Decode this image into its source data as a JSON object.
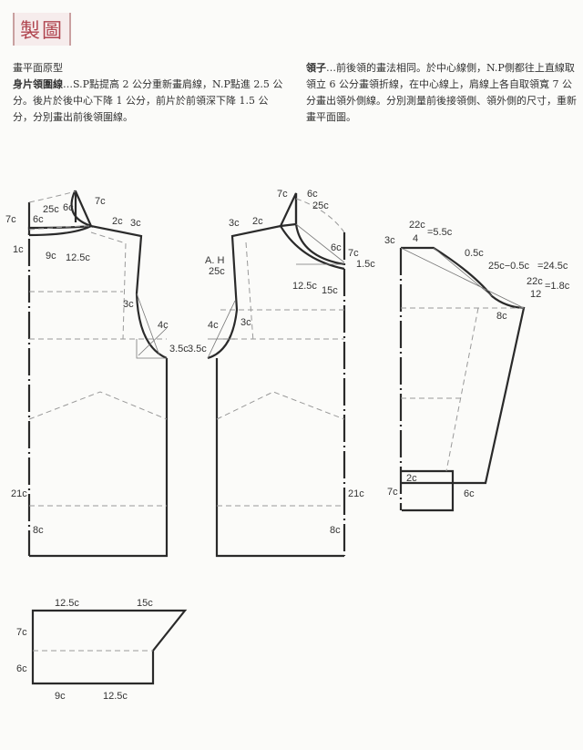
{
  "header": {
    "badge": "製圖"
  },
  "left_text": {
    "heading": "畫平面原型",
    "term": "身片領圍線",
    "body": "…S.P點提高 2 公分重新畫肩線，N.P點進 2.5 公分。後片於後中心下降 1 公分，前片於前領深下降 1.5 公分，分別畫出前後領圍線。"
  },
  "right_text": {
    "term": "領子",
    "body": "…前後領的畫法相同。於中心線側，N.P側都往上直線取領立 6 公分畫領折線，在中心線上，肩線上各自取領寬 7 公分畫出領外側線。分別測量前後接領側、領外側的尺寸，重新畫平面圖。"
  },
  "back_piece": {
    "labels": [
      "7c",
      "7c",
      "6c",
      "25c",
      "6c",
      "1c",
      "9c",
      "12.5c",
      "2c",
      "3c",
      "3c",
      "4c",
      "3.5c",
      "21c",
      "8c"
    ]
  },
  "front_piece": {
    "labels": [
      "7c",
      "6c",
      "25c",
      "3c",
      "2c",
      "A. H",
      "25c",
      "6c",
      "7c",
      "1.5c",
      "12.5c",
      "15c",
      "3c",
      "4c",
      "3.5c",
      "21c",
      "8c"
    ]
  },
  "sleeve": {
    "labels": [
      "3c",
      "22c",
      "4",
      "=5.5c",
      "0.5c",
      "25c−0.5c",
      "=24.5c",
      "22c",
      "12",
      "=1.8c",
      "8c",
      "2c",
      "7c",
      "6c"
    ]
  },
  "collar": {
    "labels": [
      "12.5c",
      "15c",
      "7c",
      "6c",
      "9c",
      "12.5c"
    ]
  }
}
